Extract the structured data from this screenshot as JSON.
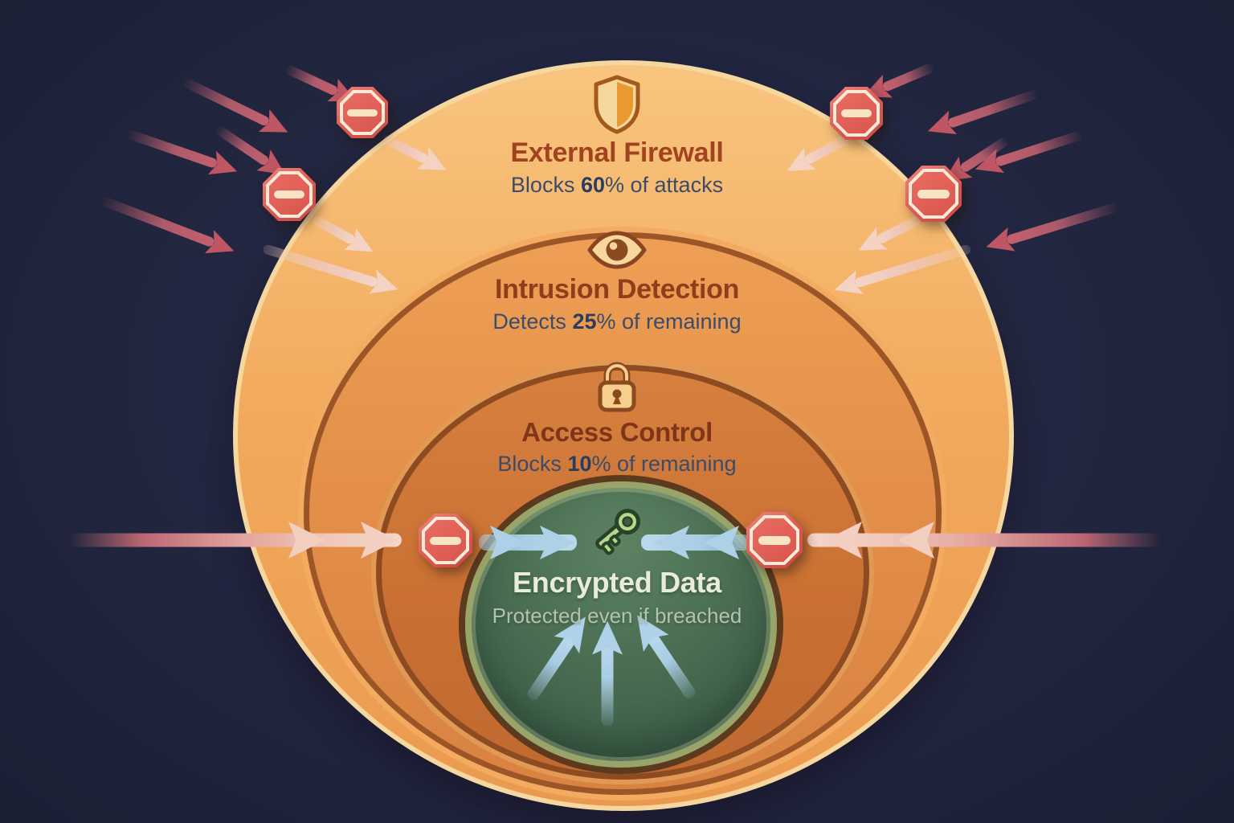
{
  "diagram": {
    "description": "Nested security layers diagram with attack arrows blocked at each ring",
    "background_color": "#1b2034",
    "layers": [
      {
        "icon": "shield-icon",
        "title": "External Firewall",
        "stat_prefix": "Blocks ",
        "stat_value": "60",
        "stat_percent": "%",
        "stat_suffix": " of attacks",
        "fill_color": "#f2a95c"
      },
      {
        "icon": "eye-icon",
        "title": "Intrusion Detection",
        "stat_prefix": "Detects ",
        "stat_value": "25",
        "stat_percent": "%",
        "stat_suffix": " of remaining",
        "fill_color": "#e18c47"
      },
      {
        "icon": "lock-icon",
        "title": "Access Control",
        "stat_prefix": "Blocks ",
        "stat_value": "10",
        "stat_percent": "%",
        "stat_suffix": " of remaining",
        "fill_color": "#c96f33"
      },
      {
        "icon": "key-icon",
        "title": "Encrypted Data",
        "subtitle": "Protected even if breached",
        "fill_color": "#47694f"
      }
    ],
    "colors": {
      "attack_arrow_pink": "#c4606e",
      "blocked_arrow_pale": "#f4d5c8",
      "allowed_arrow_blue": "#a9cde4",
      "stop_sign_red": "#d9554e",
      "stop_sign_cream": "#f7ead7",
      "ring_border_brown": "#8e4a20",
      "core_border_olive": "#97a56b",
      "title_text_brown": "#9a4220",
      "stat_text_navy": "#3c4c68",
      "core_title_text": "#e9ecd9"
    }
  }
}
